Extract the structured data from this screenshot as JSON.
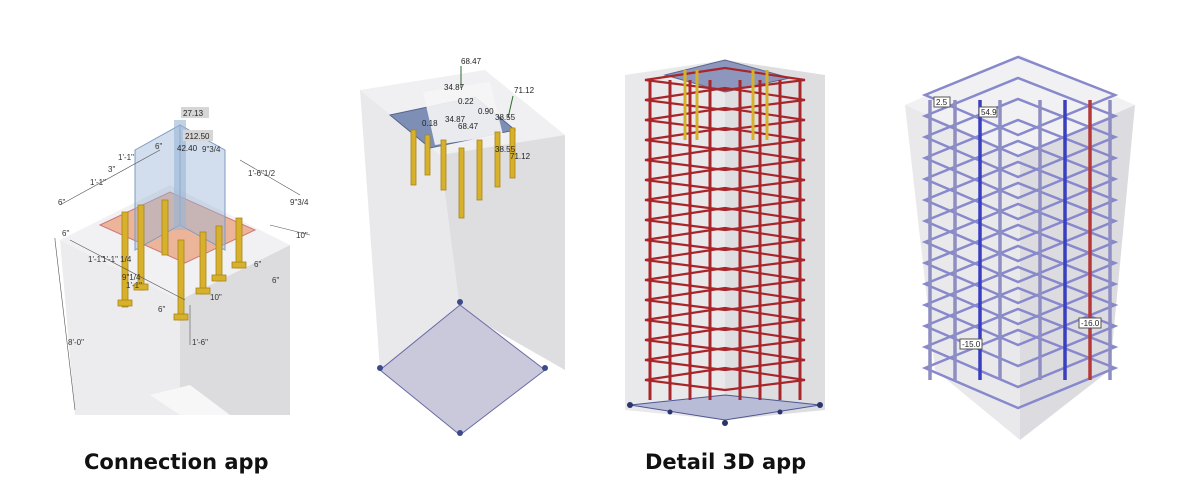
{
  "captions": {
    "connection": "Connection app",
    "detail3d": "Detail 3D app"
  },
  "connection_view": {
    "top_labels": [
      "27.13",
      "212.50",
      "42.40"
    ],
    "dimensions": [
      "1'-1\"",
      "3\"",
      "1'-1\"",
      "6\"",
      "9\"3/4",
      "1'-6\"1/2",
      "9\"3/4",
      "6\"",
      "1'-1\"",
      "6\"",
      "10\"",
      "1'-1\" 1/4",
      "9\"1/4",
      "1'-1\"",
      "10\"",
      "6\"",
      "6\"",
      "6\"",
      "8'-0\"",
      "1'-6\""
    ]
  },
  "anchor_view": {
    "values": [
      "68.47",
      "34.87",
      "0.22",
      "0.90",
      "71.12",
      "0.18",
      "34.87",
      "68.47",
      "38.55",
      "38.55",
      "71.12"
    ]
  },
  "stress_view": {
    "values": [
      "2.5",
      "54.9",
      "-16.0",
      "-15.0"
    ]
  },
  "colors": {
    "concrete": "#e6e6e8",
    "anchor": "#d8b12c",
    "baseplate": "#e9a07c",
    "rebar_red": "#a8262a",
    "rebar_blue": "#5a5fc8"
  }
}
